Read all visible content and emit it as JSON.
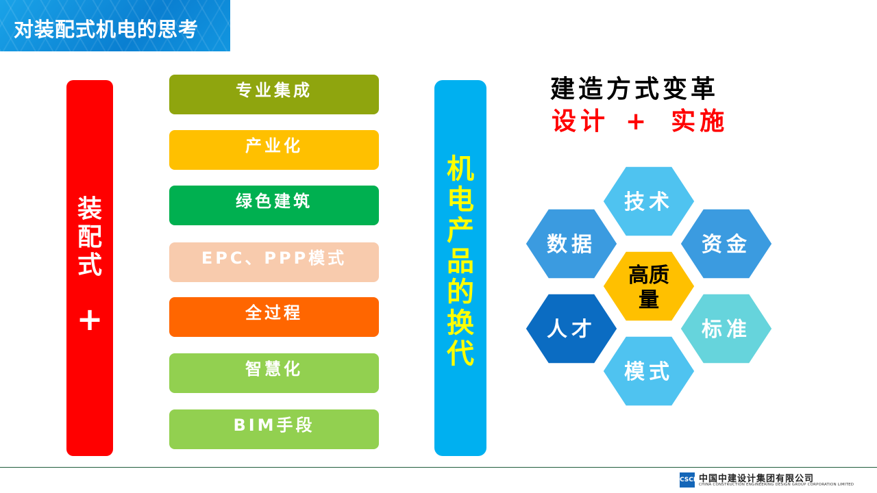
{
  "slide_title": "对装配式机电的思考",
  "red_bar": {
    "text": "装配式",
    "plus": "+"
  },
  "pills": [
    {
      "label": "专业集成",
      "color": "#8fa50e"
    },
    {
      "label": "产业化",
      "color": "#ffc000"
    },
    {
      "label": "绿色建筑",
      "color": "#00b050"
    },
    {
      "label": "EPC、PPP模式",
      "color": "#f8cbad"
    },
    {
      "label": "全过程",
      "color": "#ff6600"
    },
    {
      "label": "智慧化",
      "color": "#92d050"
    },
    {
      "label": "BIM手段",
      "color": "#92d050"
    }
  ],
  "blue_bar": {
    "text": "机电产品的换代"
  },
  "heading": {
    "line1": "建造方式变革",
    "line2_left": "设计",
    "line2_plus": "+",
    "line2_right": "实施"
  },
  "hexagons": {
    "center": {
      "line1": "高质",
      "line2": "量",
      "color": "#ffc000"
    },
    "top": {
      "label": "技术",
      "color": "#4fc3f0"
    },
    "upper_left": {
      "label": "数据",
      "color": "#3b9be0"
    },
    "upper_right": {
      "label": "资金",
      "color": "#3b9be0"
    },
    "lower_left": {
      "label": "人才",
      "color": "#0b6cc2"
    },
    "lower_right": {
      "label": "标准",
      "color": "#66d4dc"
    },
    "bottom": {
      "label": "模式",
      "color": "#4fc3f0"
    }
  },
  "footer": {
    "logo_text": "CSCEC",
    "company_cn": "中国中建设计集团有限公司",
    "company_en": "CHINA CONSTRUCTION ENGINEERING DESIGN GROUP CORPORATION LIMITED"
  }
}
